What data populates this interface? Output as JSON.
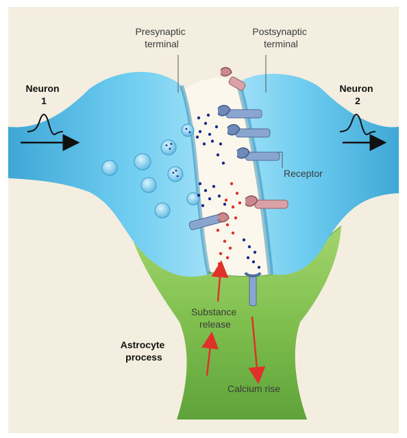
{
  "labels": {
    "presynaptic_line1": "Presynaptic",
    "presynaptic_line2": "terminal",
    "postsynaptic_line1": "Postsynaptic",
    "postsynaptic_line2": "terminal",
    "neuron1_line1": "Neuron",
    "neuron1_line2": "1",
    "neuron2_line1": "Neuron",
    "neuron2_line2": "2",
    "receptor": "Receptor",
    "substance_line1": "Substance",
    "substance_line2": "release",
    "astrocyte_line1": "Astrocyte",
    "astrocyte_line2": "process",
    "calcium": "Calcium rise"
  },
  "colors": {
    "background": "#f3eedf",
    "neuron_blue": "#4fb8e0",
    "neuron_blue_dark": "#1e7fb0",
    "astrocyte_green": "#8ac65a",
    "astrocyte_dark": "#4d8f2b",
    "receptor_blue": "#6f8ab8",
    "receptor_pink": "#c98a8f",
    "neurotransmitter": "#1c2a8c",
    "gliotransmitter": "#e0302a",
    "arrow_red": "#e0302a"
  },
  "icons": [
    "action-potential-icon",
    "arrow-right-icon",
    "receptor-icon",
    "vesicle-icon"
  ]
}
